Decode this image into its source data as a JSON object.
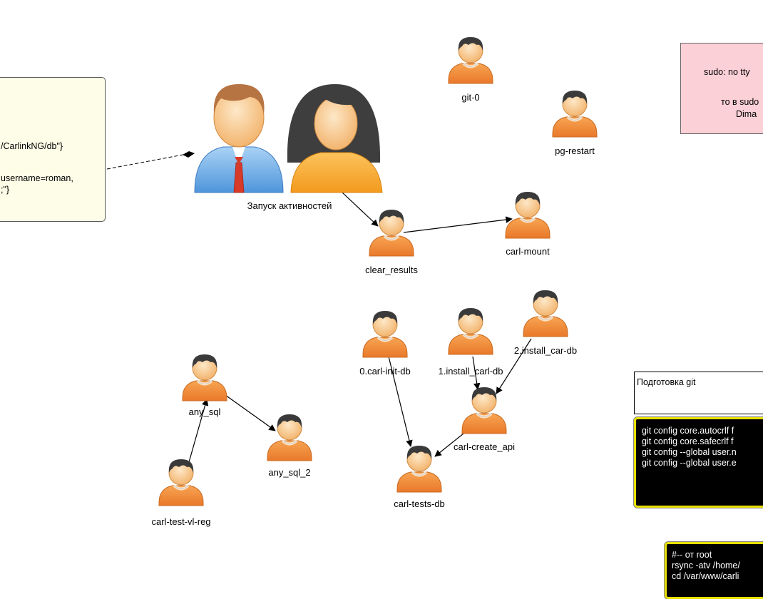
{
  "nodes": {
    "zapusk": "Запуск активностей",
    "git_0": "git-0",
    "pg_restart": "pg-restart",
    "clear_results": "clear_results",
    "carl_mount": "carl-mount",
    "init_db": "0.carl-init-db",
    "install_carl_db": "1.install_carl-db",
    "install_car_db": "2.install_car-db",
    "create_api": "carl-create_api",
    "tests_db": "carl-tests-db",
    "any_sql": "any_sql",
    "any_sql_2": "any_sql_2",
    "test_vl_reg": "carl-test-vl-reg"
  },
  "note_left": {
    "line1": "/CarlinkNG/db\"}",
    "line2": "username=roman,",
    "line3": ";\"}"
  },
  "note_right": {
    "line1": "sudo: no tty",
    "line2": "то в sudo",
    "line3": "Dima"
  },
  "git_prep": {
    "title": "Подготовка git",
    "lines": [
      "git config core.autocrlf f",
      "git config core.safecrlf f",
      "git config --global user.n",
      "git config --global user.e"
    ]
  },
  "root_block": {
    "lines": [
      "#-- от root",
      "rsync -atv /home/",
      "cd /var/www/carli"
    ]
  },
  "colors": {
    "actor_orange": "#f39a45",
    "actor_hair": "#3a3a3a",
    "note_yellow": "#fefee8",
    "note_pink": "#fbd0d6",
    "terminal_border": "#e8e000"
  }
}
